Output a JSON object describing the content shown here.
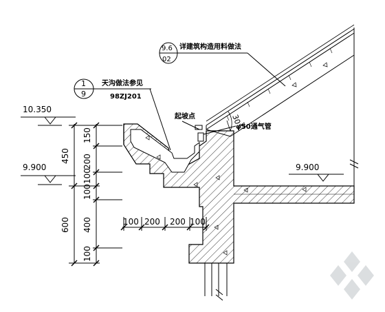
{
  "elevations": {
    "top": "10.350",
    "mid": "9.900",
    "right": "9.900"
  },
  "callouts": {
    "roof_ref_top": "9.6",
    "roof_ref_bottom": "02",
    "roof_note": "详建筑构造用料做法",
    "gutter_ref_top": "1",
    "gutter_ref_bottom": "9",
    "gutter_note": "天沟做法参见",
    "gutter_std": "98ZJ201",
    "slope_start": "起坡点",
    "vent_pipe": "φ50通气管",
    "angle": "30°"
  },
  "dims_vertical_outer": [
    "450",
    "600"
  ],
  "dims_vertical_inner": [
    "150",
    "200",
    "100",
    "100",
    "400",
    "100"
  ],
  "dims_horizontal": [
    "100",
    "200",
    "200",
    "100"
  ]
}
